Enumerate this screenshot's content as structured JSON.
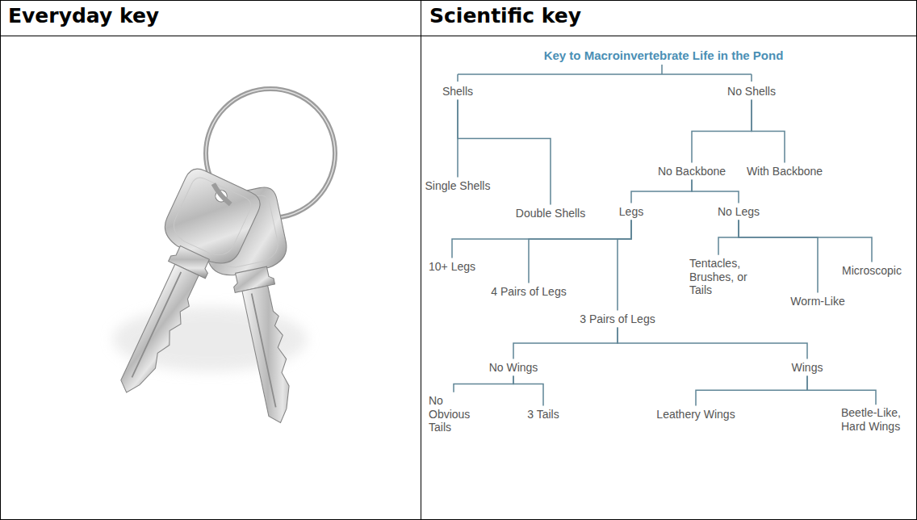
{
  "diagram": {
    "title": "Key to Macroinvertebrate Life in the Pond",
    "nodes": [
      {
        "text": [
          "Shells"
        ]
      },
      {
        "text": [
          "No Shells"
        ]
      },
      {
        "text": [
          "Single Shells"
        ]
      },
      {
        "text": [
          "Double Shells"
        ]
      },
      {
        "text": [
          "No Backbone"
        ]
      },
      {
        "text": [
          "With Backbone"
        ]
      },
      {
        "text": [
          "Legs"
        ]
      },
      {
        "text": [
          "No Legs"
        ]
      },
      {
        "text": [
          "10+ Legs"
        ]
      },
      {
        "text": [
          "4 Pairs of Legs"
        ]
      },
      {
        "text": [
          "Tentacles, Brushes, or Tails"
        ]
      },
      {
        "text": [
          "Microscopic"
        ]
      },
      {
        "text": [
          "3 Pairs of Legs"
        ]
      },
      {
        "text": [
          "Worm-Like"
        ]
      },
      {
        "text": [
          "No Wings"
        ]
      },
      {
        "text": [
          "Wings"
        ]
      },
      {
        "text": [
          "No Obvious Tails"
        ]
      },
      {
        "text": [
          "3 Tails"
        ]
      },
      {
        "text": [
          "Leathery Wings"
        ]
      },
      {
        "text": [
          "Beetle-Like, Hard Wings"
        ]
      }
    ],
    "edges": [
      {
        "from": 0,
        "to": 2,
        "arrow": "none"
      },
      {
        "from": 0,
        "to": 3,
        "arrow": "none"
      },
      {
        "from": 1,
        "to": 4,
        "arrow": "none"
      },
      {
        "from": 1,
        "to": 5,
        "arrow": "none"
      },
      {
        "from": 4,
        "to": 6,
        "arrow": "none"
      },
      {
        "from": 4,
        "to": 7,
        "arrow": "none"
      },
      {
        "from": 6,
        "to": 8,
        "arrow": "none"
      },
      {
        "from": 6,
        "to": 9,
        "arrow": "none"
      },
      {
        "from": 6,
        "to": 12,
        "arrow": "none"
      },
      {
        "from": 7,
        "to": 10,
        "arrow": "none"
      },
      {
        "from": 7,
        "to": 13,
        "arrow": "none"
      },
      {
        "from": 7,
        "to": 11,
        "arrow": "none"
      },
      {
        "from": 12,
        "to": 14,
        "arrow": "none"
      },
      {
        "from": 12,
        "to": 15,
        "arrow": "none"
      },
      {
        "from": 14,
        "to": 16,
        "arrow": "none"
      },
      {
        "from": 14,
        "to": 17,
        "arrow": "none"
      },
      {
        "from": 15,
        "to": 18,
        "arrow": "none"
      },
      {
        "from": 15,
        "to": 19,
        "arrow": "none"
      }
    ],
    "labels": [
      "Everyday key",
      "Scientific key"
    ]
  }
}
